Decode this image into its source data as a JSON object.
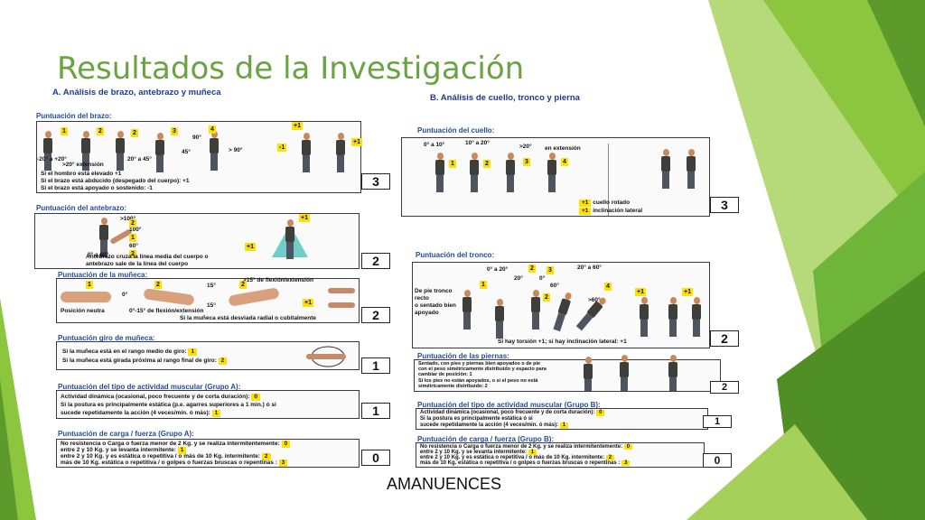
{
  "slide": {
    "title": "Resultados de la Investigación",
    "footer": "AMANUENCES"
  },
  "colors": {
    "title_green": "#6aa342",
    "section_blue": "#1f3a8a",
    "highlight_yellow": "#ffe100",
    "deco_green_light": "#9bcc4c",
    "deco_green_dark": "#5c9a2b"
  },
  "panel_a": {
    "title": "A.  Análisis de brazo, antebrazo y muñeca",
    "brazo": {
      "heading": "Puntuación del brazo:",
      "angles": [
        "20° a 45°",
        "45°",
        "90°",
        "> 90°",
        "-20° a +20°",
        ">20° extensión"
      ],
      "tags": [
        "1",
        "2",
        "2",
        "3",
        "4",
        "+1",
        "-1",
        "+1"
      ],
      "notes": [
        "Si el hombro está elevado +1",
        "Si el brazo está abducido (despegado del cuerpo): +1",
        "Si el brazo está apoyado o sostenido: -1"
      ],
      "score": "3"
    },
    "antebrazo": {
      "heading": "Puntuación del antebrazo:",
      "angles": [
        ">100°",
        "100°",
        "60°",
        "0° a 60°"
      ],
      "tags": [
        "2",
        "1",
        "2",
        "+1",
        "+1"
      ],
      "notes": [
        "Antebrazo cruza la línea media del cuerpo o",
        "antebrazo sale de la línea del cuerpo"
      ],
      "score": "2"
    },
    "muneca": {
      "heading": "Puntuación de la muñeca:",
      "angles": [
        "0°",
        "15°",
        "15°",
        ">15° de flexión/extensión",
        "0°-15° de flexión/extensión"
      ],
      "tags": [
        "1",
        "2",
        "2",
        "+1"
      ],
      "notes": [
        "Posición neutra",
        "Si la muñeca está desviada radial o cubitalmente"
      ],
      "score": "2"
    },
    "giro": {
      "heading": "Puntuación giro de muñeca:",
      "lines": [
        {
          "text": "Si la muñeca está en el rango medio de giro:",
          "value": "1"
        },
        {
          "text": "Si la muñeca está girada próxima al rango final de giro:",
          "value": "2"
        }
      ],
      "score": "1"
    },
    "actividad": {
      "heading": "Puntuación del tipo de actividad muscular (Grupo A):",
      "lines": [
        {
          "text": "Actividad dinámica (ocasional, poco frecuente y de corta duración):",
          "value": "0"
        },
        {
          "text": "Si la postura es principalmente estática (p.e. agarres superiores a 1 min.) ó si",
          "value": ""
        },
        {
          "text": "sucede repetidamente la acción (4 veces/min. ó más):",
          "value": "1"
        }
      ],
      "score": "1"
    },
    "carga": {
      "heading": "Puntuación de carga / fuerza (Grupo A):",
      "lines": [
        {
          "text": "No resistencia o Carga o fuerza menor de 2 Kg. y se realiza intermitentemente:",
          "value": "0"
        },
        {
          "text": "entre 2 y 10 Kg. y se levanta intermitente:",
          "value": "1"
        },
        {
          "text": "entre 2 y 10 Kg. y es estática o repetitiva / o más de 10 Kg. intermitente:",
          "value": "2"
        },
        {
          "text": "más de 10 Kg. estática o repetitiva / o golpes o fuerzas bruscas o repentinas :",
          "value": "3"
        }
      ],
      "score": "0"
    }
  },
  "panel_b": {
    "title": "B.  Análisis de cuello, tronco y pierna",
    "cuello": {
      "heading": "Puntuación del cuello:",
      "angles": [
        "0° a 10°",
        "10° a 20°",
        ">20°",
        "en extensión"
      ],
      "tags": [
        "1",
        "2",
        "3",
        "4"
      ],
      "notes": [
        {
          "value": "+1",
          "text": "cuello rotado"
        },
        {
          "value": "+1",
          "text": "inclinación lateral"
        }
      ],
      "score": "3"
    },
    "tronco": {
      "heading": "Puntuación del tronco:",
      "angles": [
        "0° a 20°",
        "20° a 60°",
        "20°",
        "0°",
        "60°",
        ">60°"
      ],
      "tags": [
        "2",
        "3",
        "1",
        "2",
        "4",
        "+1",
        "+1"
      ],
      "notes": [
        "De pie tronco",
        "recto",
        "o sentado bien",
        "apoyado",
        "Si hay torsión +1; si hay inclinación lateral: +1"
      ],
      "score": "2"
    },
    "piernas": {
      "heading": "Puntuación de las piernas:",
      "notes": [
        "Sentado, con pies y piernas bien apoyados o de pie",
        "con el peso simétricamente distribuido y espacio para",
        "cambiar de posición: 1",
        "Si los pies no están apoyados, o si el peso no está",
        "simétricamente distribuido: 2"
      ],
      "score": "2"
    },
    "actividad": {
      "heading": "Puntuación del tipo de actividad muscular (Grupo B):",
      "lines": [
        {
          "text": "Actividad dinámica (ocasional, poco frecuente y de corta duración):",
          "value": "0"
        },
        {
          "text": "Si la postura es principalmente estática  ó si",
          "value": ""
        },
        {
          "text": "sucede repetidamente la acción (4 veces/min. ó más):",
          "value": "1"
        }
      ],
      "score": "1"
    },
    "carga": {
      "heading": "Puntuación de carga / fuerza (Grupo B):",
      "lines": [
        {
          "text": "No resistencia o Carga o fuerza menor de 2 Kg. y se realiza intermitentemente:",
          "value": "0"
        },
        {
          "text": "entre 2 y 10 Kg. y se levanta intermitente:",
          "value": "1"
        },
        {
          "text": "entre 2 y 10 Kg. y es estática o repetitiva / o más de 10 Kg. intermitente:",
          "value": "2"
        },
        {
          "text": "más de 10 Kg. estática o repetitiva / o golpes o fuerzas bruscas o repentinas :",
          "value": "3"
        }
      ],
      "score": "0"
    }
  }
}
